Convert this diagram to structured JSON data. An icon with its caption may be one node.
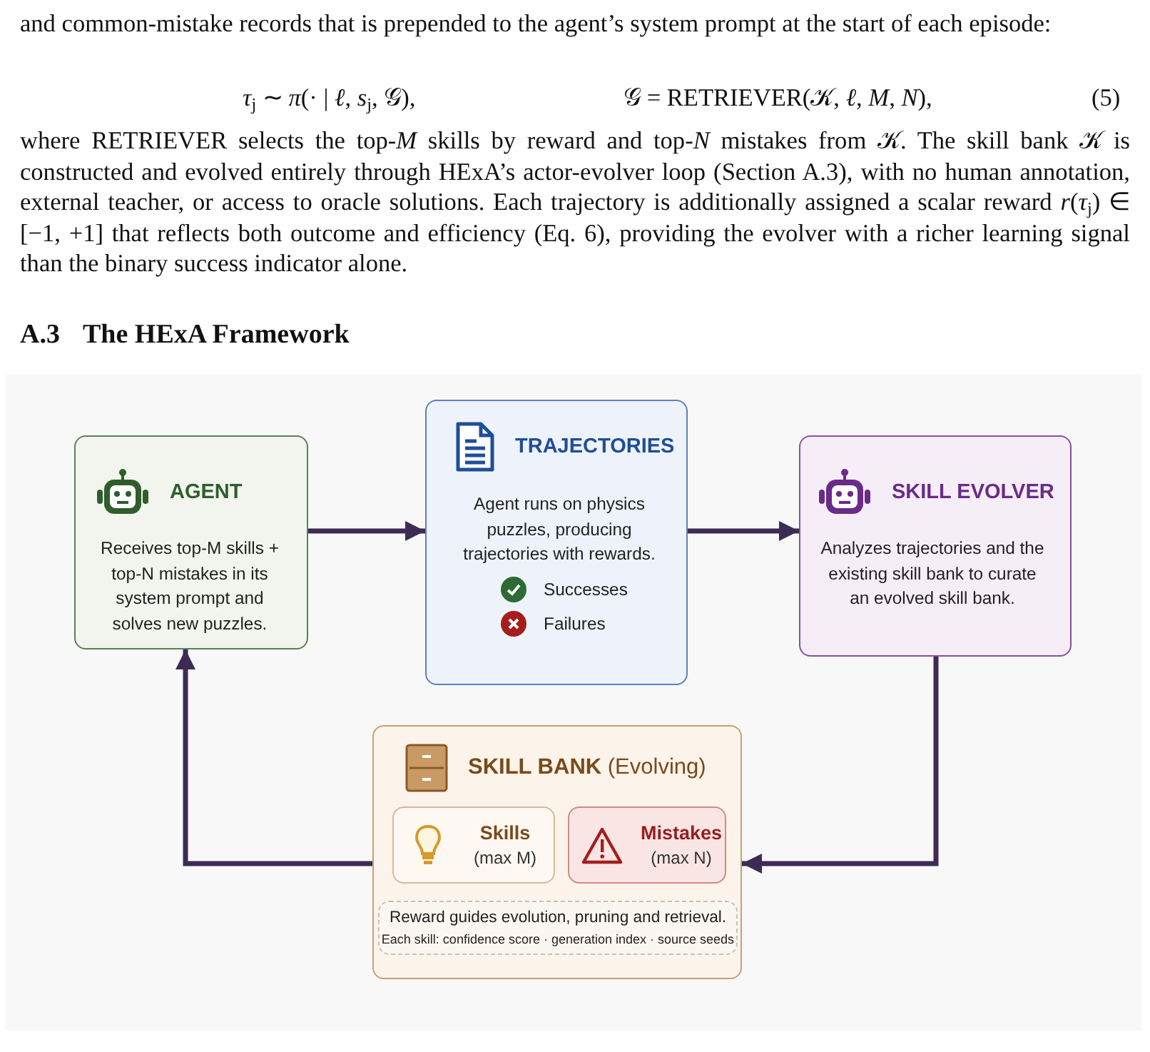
{
  "diagram": {
    "title": "The HExA Framework",
    "nodes": [
      {
        "text": [
          "AGENT",
          "Receives top-M skills + top-N mistakes in its system prompt and solves new puzzles."
        ]
      },
      {
        "text": [
          "TRAJECTORIES",
          "Agent runs on physics puzzles, producing trajectories with rewards.",
          "Successes",
          "Failures"
        ]
      },
      {
        "text": [
          "SKILL EVOLVER",
          "Analyzes trajectories and the existing skill bank to curate an evolved skill bank."
        ]
      },
      {
        "text": [
          "**SKILL BANK** (Evolving)"
        ]
      },
      {
        "text": [
          "Skills",
          "(max M)"
        ],
        "in": 3
      },
      {
        "text": [
          "Mistakes",
          "(max N)"
        ],
        "in": 3
      },
      {
        "text": [
          "Reward guides evolution, pruning and retrieval.",
          "Each skill: confidence score · generation index · source seeds"
        ],
        "in": 3
      }
    ],
    "edges": [
      {
        "from": 0,
        "to": 1,
        "arrow": "to"
      },
      {
        "from": 1,
        "to": 2,
        "arrow": "to"
      },
      {
        "from": 2,
        "to": 3,
        "arrow": "to"
      },
      {
        "from": 3,
        "to": 0,
        "arrow": "to"
      }
    ],
    "labels": [
      "and common-mistake records that is prepended to the agent’s system prompt at the start of each episode:",
      "*τ*$_{j}$ ∼ *π*(· | *ℓ*, *s*$_{j}$, 𝒢),",
      "𝒢 = RETRIEVER(𝒦, *ℓ*, *M*, *N*),",
      "(5)",
      "where RETRIEVER selects the top-*M* skills by reward and top-*N* mistakes from 𝒦. The skill bank 𝒦 is constructed and evolved entirely through HExA’s actor-evolver loop (Section A.3), with no human annotation, external teacher, or access to oracle solutions. Each trajectory is additionally assigned a scalar reward *r*(*τ*$_{j}$) ∈ [−1, +1] that reflects both outcome and efficiency (Eq. 6), providing the evolver with a richer learning signal than the binary success indicator alone.",
      "A.3"
    ]
  }
}
